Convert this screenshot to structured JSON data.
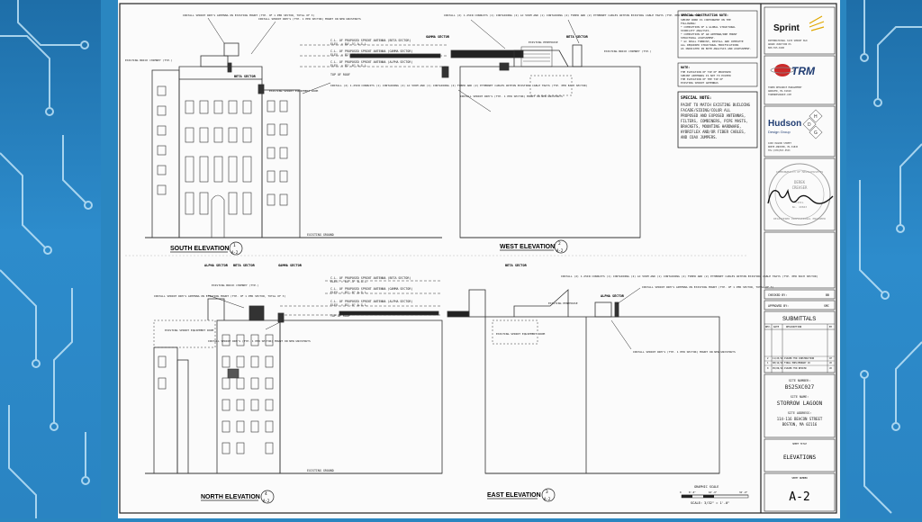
{
  "south_elevation": {
    "title": "SOUTH ELEVATION",
    "ref": "1",
    "sheet": "A-2"
  },
  "west_elevation": {
    "title": "WEST ELEVATION",
    "ref": "2",
    "sheet": "A-2"
  },
  "north_elevation": {
    "title": "NORTH ELEVATION",
    "ref": "4",
    "sheet": "A-2"
  },
  "east_elevation": {
    "title": "EAST ELEVATION",
    "ref": "3",
    "sheet": "A-2"
  },
  "sector_labels": [
    "BETA SECTOR",
    "GAMMA SECTOR",
    "ALPHA SECTOR"
  ],
  "elevation_notes": [
    "C.L. OF PROPOSED SPRINT ANTENNA (BETA SECTOR)",
    "ELEV. = 84'-5\" A.G.L.",
    "C.L. OF PROPOSED SPRINT ANTENNA (GAMMA SECTOR)",
    "ELEV. = 81'-0\" A.G.L.",
    "C.L. OF PROPOSED SPRINT ANTENNA (ALPHA SECTOR)",
    "ELEV. = 81'-0\" A.G.L.",
    "TOP OF ROOF",
    "EXISTING GROUND"
  ],
  "callouts": [
    "INSTALL SPRINT RRH'S (TYP. 1 PER SECTOR) MOUNT ON NEW UNISTRUTS",
    "INSTALL SPRINT RRH'S ANTENNA ON EXISTING MOUNT (TYP. OF 1 PER SECTOR, TOTAL OF 3)",
    "INSTALL (2) 1.25IN CONDUITS (1) CONTAINING (2) AC 50OM AND (1) CONTAINING (2) FIBER AND (2) ETHERNET CABLES WITHIN EXISTING CABLE TRAYS (TYP. PER EACH SECTOR)",
    "EXISTING SPRINT EQUIPMENT ROOM",
    "EXISTING BRICK CHIMNEY (TYP.)",
    "EXISTING PENTHOUSE"
  ],
  "special_construction_note": {
    "title": "SPECIAL CONSTRUCTION NOTE:",
    "lines": [
      "SPRINT WORK IS CONTINGENT ON THE",
      "FOLLOWING:",
      "* COMPLETION OF A GLOBAL STRUCTURAL",
      "  STABILITY ANALYSIS.",
      "* COMPLETION OF AN ANTENNA/RRH MOUNT",
      "  STRUCTURAL ASSESSMENT.",
      "* GC SHALL FURNISH, INSTALL AND COMPLETE",
      "  ALL REQUIRED STRUCTURAL MODIFICATIONS",
      "  AS INDICATED IN BOTH ANALYSIS AND ASSESSMENT."
    ]
  },
  "note_box": {
    "title": "NOTE:",
    "lines": [
      "THE ELEVATION OF TIP OF PROPOSED",
      "SPRINT ANTENNAS IS NOT TO EXCEED",
      "THE ELEVATION OF THE TIP OF",
      "EXISTING SPRINT ANTENNAS"
    ]
  },
  "special_note": {
    "title": "SPECIAL NOTE:",
    "lines": [
      "PAINT TO MATCH EXISTING BUILDING",
      "FACADE/SIDING/COLOR ALL",
      "PROPOSED AND EXPOSED ANTENNAS,",
      "FILTERS, COMBINERS, PIPE MASTS,",
      "BRACKETS, MOUNTING HARDWARE,",
      "HYBRIFLEX AND/OR FIBER CABLES,",
      "AND COAX JUMPERS."
    ]
  },
  "title_block": {
    "sprint_logo": "Sprint",
    "sprint_address": [
      "INTERNATIONAL 6135 SPRINT BLD",
      "GRAND JUNCTION KS",
      "800-555-0100"
    ],
    "trm_logo": "TRM",
    "trm_address": [
      "TOWER RESOURCE MANAGEMENT",
      "ANDOVER, MA 01810",
      "TOWERRESOURCE.COM"
    ],
    "hudson_logo": "Hudson",
    "hudson_sub": "Design Group",
    "hudson_letters": [
      "H",
      "D",
      "G"
    ],
    "hudson_address": [
      "1600 OSGOOD STREET",
      "NORTH ANDOVER, MA 01845",
      "TEL:(978)557-5553"
    ],
    "stamp_text": [
      "COMMONWEALTH OF MASSACHUSETTS",
      "DEREK",
      "CREASER",
      "CIVIL",
      "No. 49843",
      "REGISTERED PROFESSIONAL ENGINEER"
    ],
    "checked_by_label": "CHECKED BY:",
    "checked_by": "BB",
    "approved_by_label": "APPROVED BY:",
    "approved_by": "SMC",
    "submittals_title": "SUBMITTALS",
    "submittals_headers": [
      "REV.",
      "DATE",
      "DESCRIPTION",
      "BY"
    ],
    "submittals_rows": [
      [
        "2",
        "11/23/16",
        "ISSUED FOR CONSTRUCTION",
        "CP"
      ],
      [
        "1",
        "08/12/16",
        "FINAL PRELIMINARY CD",
        "JK"
      ],
      [
        "0",
        "05/06/16",
        "ISSUED FOR REVIEW",
        "JK"
      ]
    ],
    "site_number_label": "SITE NUMBER:",
    "site_number": "BS25XC027",
    "site_name_label": "SITE NAME:",
    "site_name": "STORROW LAGOON",
    "site_address_label": "SITE ADDRESS:",
    "site_address": [
      "114-116 BEACON STREET",
      "BOSTON, MA 02116"
    ],
    "sheet_title_label": "SHEET TITLE",
    "sheet_title": "ELEVATIONS",
    "sheet_number_label": "SHEET NUMBER",
    "sheet_number": "A-2"
  },
  "graphic_scale": {
    "label": "GRAPHIC SCALE",
    "ticks": [
      "0",
      "8'-0\"",
      "16'-0\"",
      "32'-0\""
    ],
    "scale_text": "SCALE: 3/32\" = 1'-0\""
  }
}
